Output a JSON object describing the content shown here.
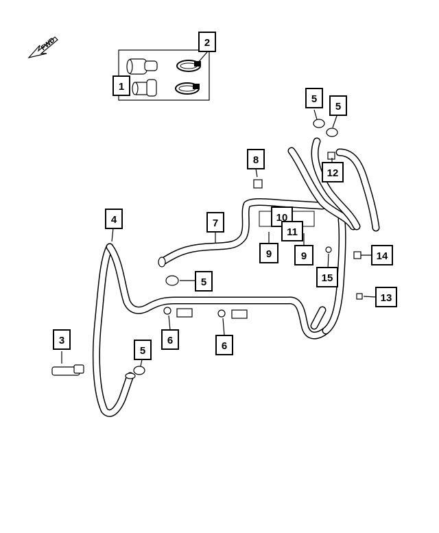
{
  "callouts": {
    "c1": "1",
    "c2": "2",
    "c3": "3",
    "c4": "4",
    "c5a": "5",
    "c5b": "5",
    "c5c": "5",
    "c5d": "5",
    "c6a": "6",
    "c6b": "6",
    "c7": "7",
    "c8": "8",
    "c9a": "9",
    "c9b": "9",
    "c10": "10",
    "c11": "11",
    "c12": "12",
    "c13": "13",
    "c14": "14",
    "c15": "15"
  },
  "forward_arrow": {
    "label": "FWD",
    "icon": "forward-arrow-icon"
  },
  "colors": {
    "line": "#000000",
    "background": "#ffffff"
  }
}
